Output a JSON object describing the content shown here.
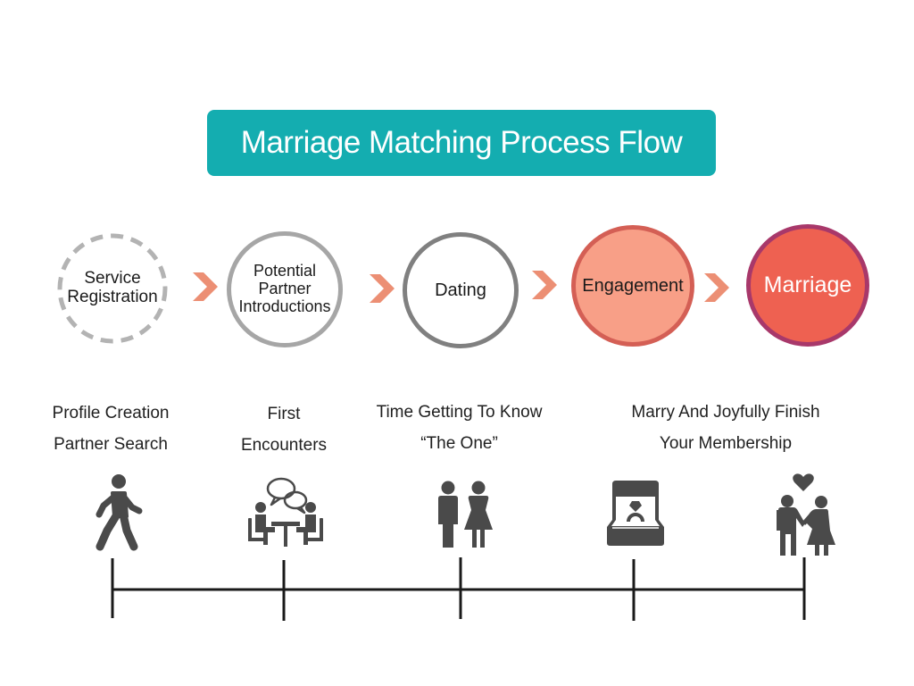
{
  "title": "Marriage Matching Process Flow",
  "colors": {
    "title_bg": "#14adb0",
    "chevron": "#ec8f74",
    "stage1_border": "#b3b3b3",
    "stage2_border": "#a6a6a6",
    "stage3_border": "#808080",
    "stage4_fill": "#f89f87",
    "stage4_border": "#d45f55",
    "stage5_fill": "#ee6151",
    "stage5_border": "#a8386a",
    "icon": "#4a4a4a",
    "timeline": "#1a1a1a"
  },
  "stages": [
    {
      "label_lines": [
        "Service",
        "Registration"
      ],
      "style": "dashed"
    },
    {
      "label_lines": [
        "Potential",
        "Partner",
        "Introductions"
      ],
      "style": "solid-light"
    },
    {
      "label_lines": [
        "Dating"
      ],
      "style": "solid-gray"
    },
    {
      "label_lines": [
        "Engagement"
      ],
      "style": "filled-salmon"
    },
    {
      "label_lines": [
        "Marriage"
      ],
      "style": "filled-red"
    }
  ],
  "descriptions": [
    {
      "lines": [
        "Profile Creation",
        "Partner Search"
      ],
      "icon": "walking-person-icon"
    },
    {
      "lines": [
        "First",
        "Encounters"
      ],
      "icon": "meeting-conversation-icon"
    },
    {
      "lines": [
        "Time Getting To Know",
        "“The One”"
      ],
      "icon": "couple-icon"
    },
    {
      "lines": [
        "",
        ""
      ],
      "icon": "ring-box-icon"
    },
    {
      "lines": [
        "Marry And Joyfully Finish",
        "Your Membership"
      ],
      "icon": "couple-heart-icon"
    }
  ]
}
